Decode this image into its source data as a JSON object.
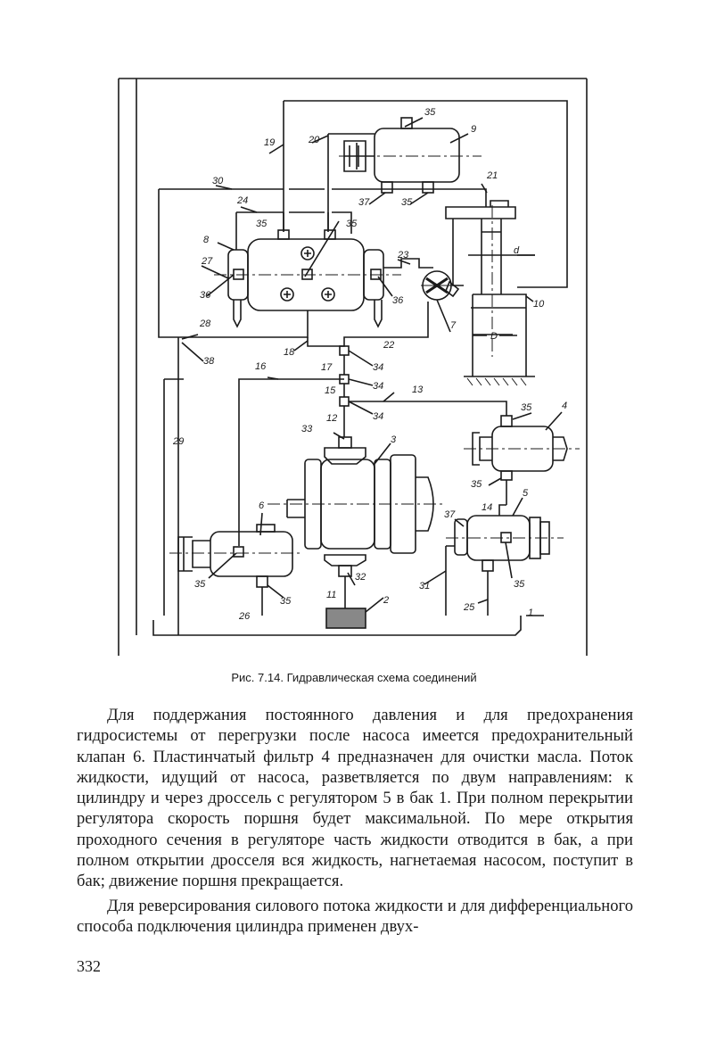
{
  "figure": {
    "caption_num": "Рис. 7.14.",
    "caption_title": "Гидравлическая схема соединений",
    "labels": {
      "l1": "1",
      "l2": "2",
      "l3": "3",
      "l4": "4",
      "l5": "5",
      "l6": "6",
      "l7": "7",
      "l8": "8",
      "l9": "9",
      "l10": "10",
      "l11": "11",
      "l12": "12",
      "l13": "13",
      "l14": "14",
      "l15": "15",
      "l16": "16",
      "l17": "17",
      "l18": "18",
      "l19": "19",
      "l20": "20",
      "l21": "21",
      "l22": "22",
      "l23": "23",
      "l24": "24",
      "l25": "25",
      "l26": "26",
      "l27": "27",
      "l28": "28",
      "l29": "29",
      "l30": "30",
      "l31": "31",
      "l32": "32",
      "l33": "33",
      "l34a": "34",
      "l34b": "34",
      "l34c": "34",
      "l35a": "35",
      "l35b": "35",
      "l35c": "35",
      "l35d": "35",
      "l35e": "35",
      "l35f": "35",
      "l35g": "35",
      "l35h": "35",
      "l36a": "36",
      "l36b": "36",
      "l37a": "37",
      "l37b": "37",
      "l38": "38",
      "ld": "d",
      "lD": "D"
    }
  },
  "text": {
    "p1": "Для поддержания постоянного давления и для предохранения гидросистемы от перегрузки после насоса имеется предохранительный клапан 6. Пластинчатый фильтр 4 предназначен для очистки масла. Поток жидкости, идущий от насоса, разветвляется по двум направлениям: к цилиндру и через дроссель с регулятором 5 в бак 1. При полном перекрытии регулятора скорость поршня будет максимальной. По мере открытия проходного сечения в регуляторе часть жидкости отводится в бак, а при полном открытии дросселя вся жидкость, нагнетаемая насосом, поступит в бак; движение поршня прекращается.",
    "p2": "Для реверсирования силового потока жидкости и для дифференциального способа подключения цилиндра применен двух-"
  },
  "page_number": "332"
}
